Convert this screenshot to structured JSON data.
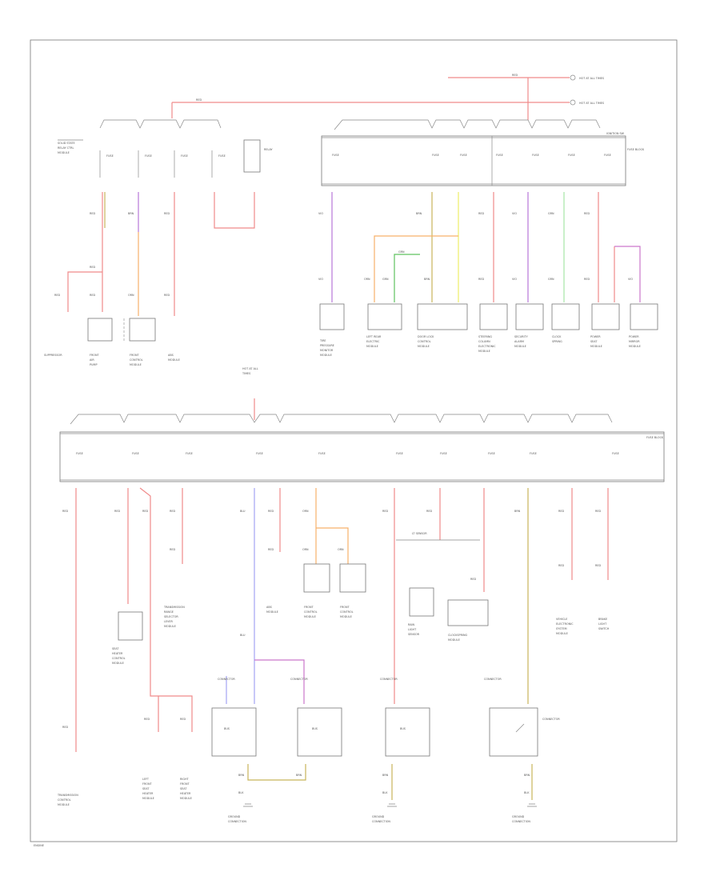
{
  "labels": {
    "hot_at_all_times_top": "HOT AT ALL TIMES",
    "ignition_sw": "IGNITION SW",
    "fuse_block_top": "FUSE BLOCK",
    "fuse_block_bottom": "FUSE BLOCK",
    "footer_code": "ENGINE"
  },
  "colors": {
    "red": "#f08a8a",
    "pink": "#f6a5a5",
    "violet": "#b777d8",
    "orange": "#f7b06a",
    "yellow": "#eeee66",
    "olive": "#c8b55a",
    "green": "#5fc25f",
    "light_green": "#a6e6a6",
    "blue": "#a3a3f2",
    "magenta": "#cc77cc"
  },
  "wire_labels": {
    "red": "RED",
    "brn": "BRN",
    "blk": "BLK"
  }
}
